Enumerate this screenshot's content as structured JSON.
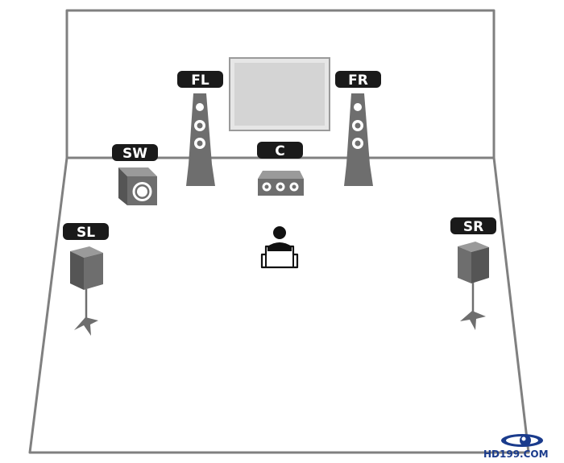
{
  "speakers": {
    "fl": {
      "label": "FL"
    },
    "fr": {
      "label": "FR"
    },
    "c": {
      "label": "C"
    },
    "sw": {
      "label": "SW"
    },
    "sl": {
      "label": "SL"
    },
    "sr": {
      "label": "SR"
    }
  },
  "watermark": {
    "text": "HD199.COM"
  },
  "colors": {
    "wall_stroke": "#808080",
    "label_bg": "#1a1a1a",
    "speaker_body": "#6e6e6e",
    "speaker_dark": "#555555",
    "tv_fill": "#d8d8d8",
    "watermark": "#1a3b8c"
  },
  "icons": [
    "tv-icon",
    "tower-speaker-icon",
    "center-speaker-icon",
    "subwoofer-icon",
    "bookshelf-speaker-icon",
    "listener-chair-icon"
  ]
}
